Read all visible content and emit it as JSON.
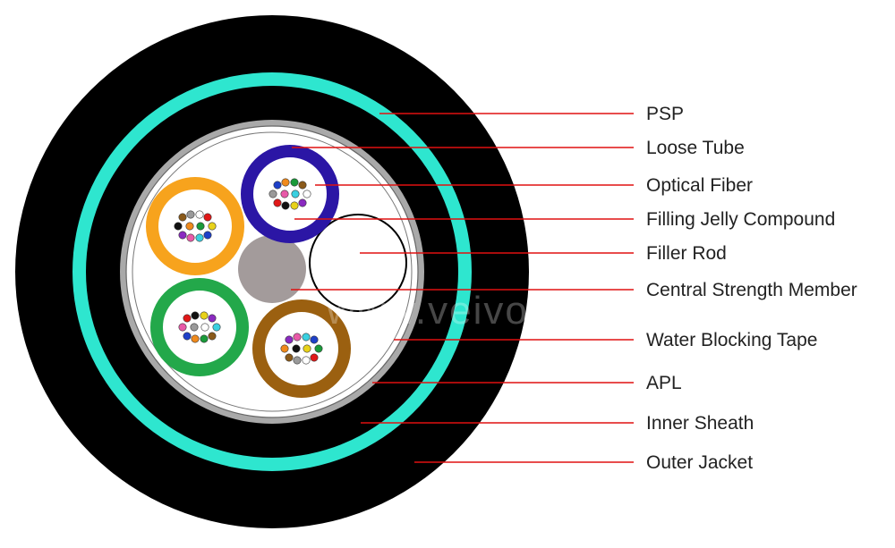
{
  "diagram": {
    "colors": {
      "outer_jacket": "#000000",
      "psp": "#2ee6cf",
      "inner_sheath": "#000000",
      "apl": "#a9a9a9",
      "water_blocking_tape": "#ffffff",
      "core_fill": "#ffffff",
      "central_strength_member": "#a39b9b",
      "leader_line": "#e01010",
      "label_text": "#222222"
    },
    "loose_tubes": [
      {
        "name": "top",
        "color": "#2b16a5",
        "icon": "loose-tube"
      },
      {
        "name": "left",
        "color": "#f7a31d",
        "icon": "loose-tube"
      },
      {
        "name": "bottom-left",
        "color": "#23a84a",
        "icon": "loose-tube"
      },
      {
        "name": "bottom-right",
        "color": "#9b6010",
        "icon": "loose-tube"
      }
    ],
    "fiber_colors": [
      "#1e40c8",
      "#f08a1c",
      "#1a9a3a",
      "#8a5a1a",
      "#9a9a9a",
      "#ffffff",
      "#e01818",
      "#111111",
      "#e8d21a",
      "#8a2ac0",
      "#e85aa8",
      "#3ad0e0"
    ],
    "labels": [
      "PSP",
      "Loose Tube",
      "Optical Fiber",
      "Filling Jelly Compound",
      "Filler Rod",
      "Central Strength Member",
      "Water Blocking Tape",
      "APL",
      "Inner Sheath",
      "Outer Jacket"
    ],
    "watermark": "www.veivot.com"
  }
}
